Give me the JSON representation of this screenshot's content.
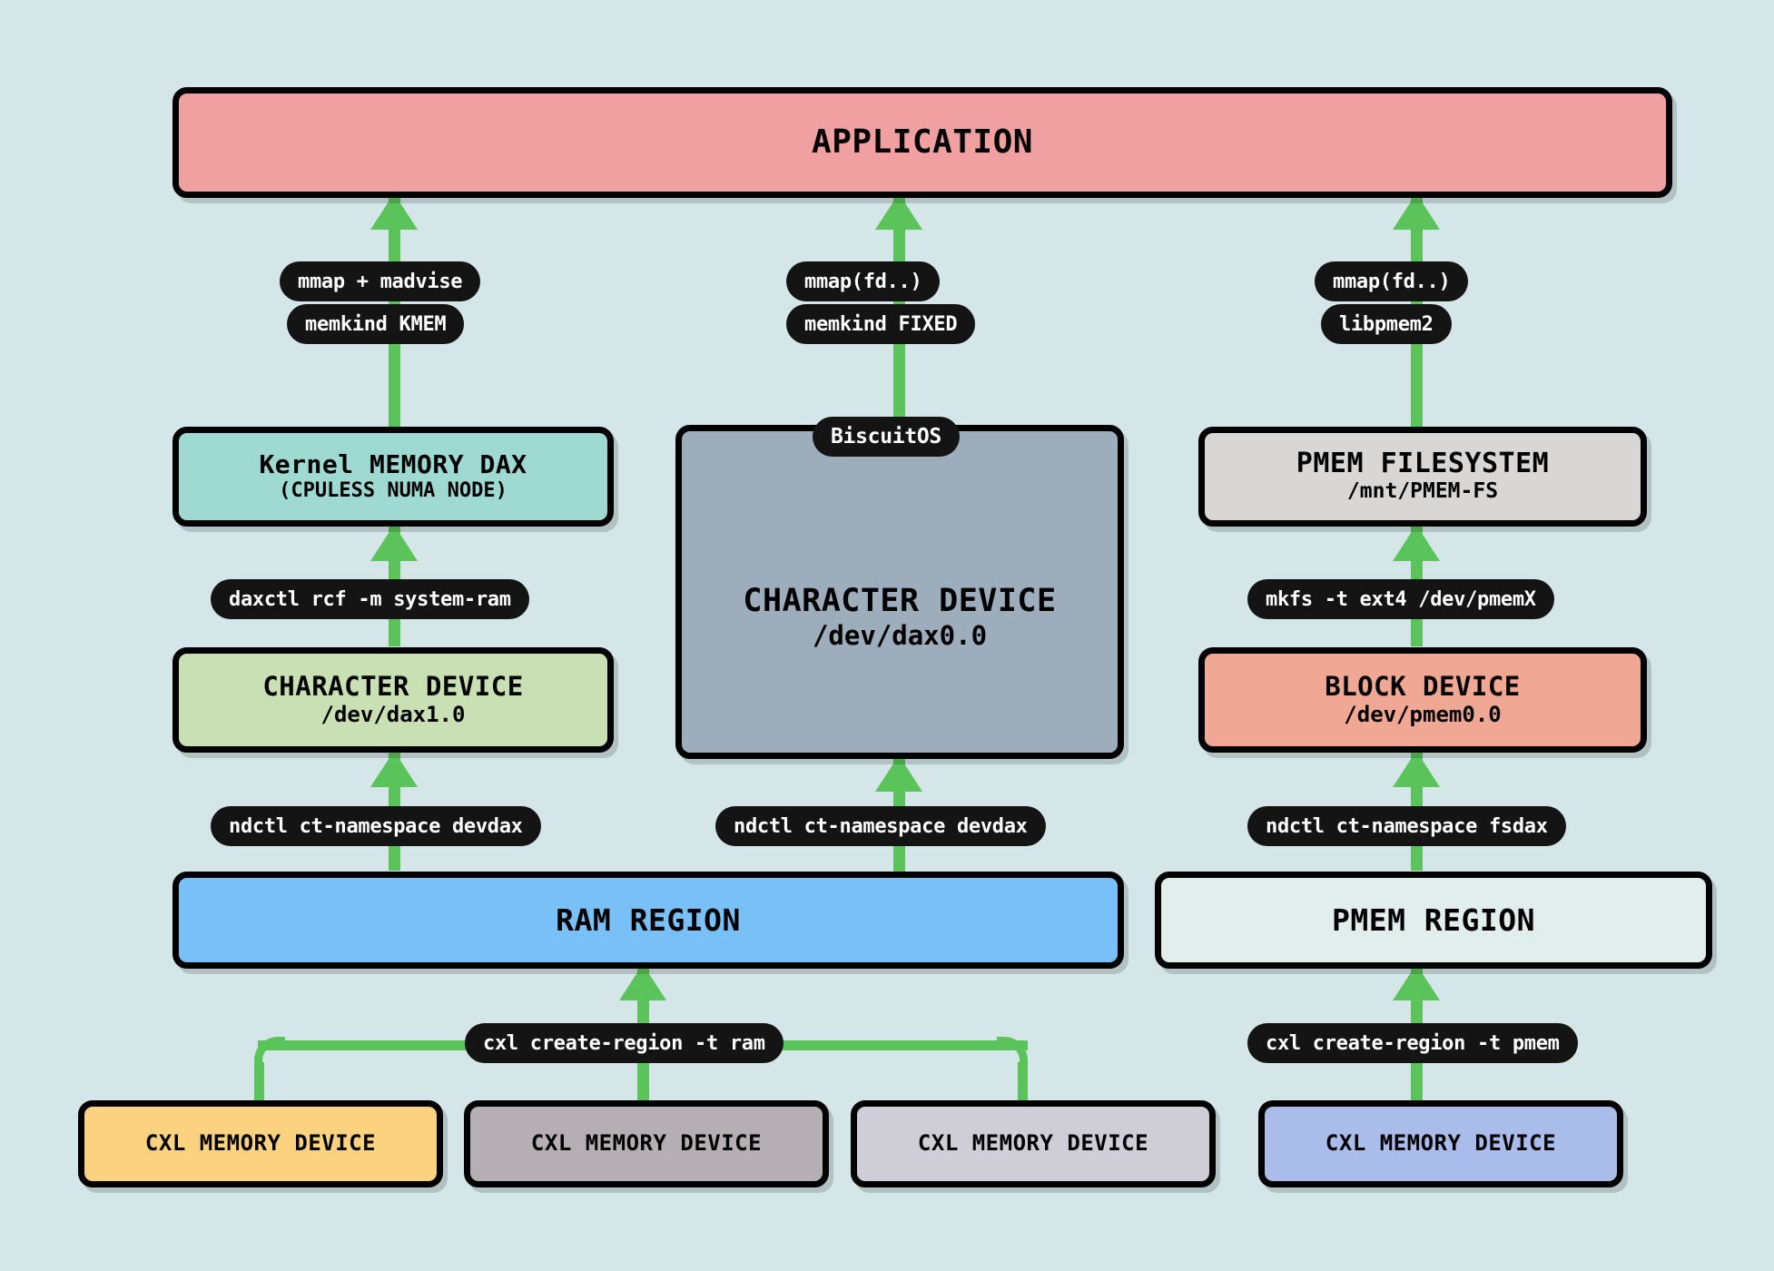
{
  "diagram": {
    "background_color": "#d4e6e8",
    "arrow_color": "#5ac35a",
    "pill_bg": "#141414",
    "pill_fg": "#ffffff"
  },
  "application": {
    "label": "APPLICATION",
    "color": "#f0a0a0"
  },
  "columns": {
    "left": {
      "pills_top": [
        {
          "label": "mmap + madvise"
        },
        {
          "label": "memkind KMEM"
        }
      ],
      "kernel_dax": {
        "title": "Kernel MEMORY DAX",
        "subtitle": "(CPULESS NUMA NODE)",
        "color": "#9ed9d2"
      },
      "pill_daxctl": {
        "label": "daxctl rcf -m system-ram"
      },
      "char_device": {
        "title": "CHARACTER DEVICE",
        "subtitle": "/dev/dax1.0",
        "color": "#c8e0b4"
      },
      "pill_ndctl": {
        "label": "ndctl ct-namespace devdax"
      }
    },
    "middle": {
      "pills_top": [
        {
          "label": "mmap(fd..)"
        },
        {
          "label": "memkind FIXED"
        }
      ],
      "pill_biscuitos": {
        "label": "BiscuitOS"
      },
      "char_device": {
        "title": "CHARACTER DEVICE",
        "subtitle": "/dev/dax0.0",
        "color": "#9dadbc"
      },
      "pill_ndctl": {
        "label": "ndctl ct-namespace devdax"
      }
    },
    "right": {
      "pills_top": [
        {
          "label": "mmap(fd..)"
        },
        {
          "label": "libpmem2"
        }
      ],
      "pmem_fs": {
        "title": "PMEM FILESYSTEM",
        "subtitle": "/mnt/PMEM-FS",
        "color": "#d8d7d5"
      },
      "pill_mkfs": {
        "label": "mkfs -t ext4 /dev/pmemX"
      },
      "block_device": {
        "title": "BLOCK DEVICE",
        "subtitle": "/dev/pmem0.0",
        "color": "#f0a794"
      },
      "pill_ndctl": {
        "label": "ndctl ct-namespace fsdax"
      }
    }
  },
  "regions": {
    "ram": {
      "label": "RAM REGION",
      "color": "#78c0f5"
    },
    "pmem": {
      "label": "PMEM REGION",
      "color": "#e2eeec"
    }
  },
  "region_pills": {
    "ram": {
      "label": "cxl create-region -t ram"
    },
    "pmem": {
      "label": "cxl create-region -t pmem"
    }
  },
  "cxl_devices": [
    {
      "label": "CXL MEMORY DEVICE",
      "color": "#fbd380"
    },
    {
      "label": "CXL MEMORY DEVICE",
      "color": "#b5aeb2"
    },
    {
      "label": "CXL MEMORY DEVICE",
      "color": "#cfcdd6"
    },
    {
      "label": "CXL MEMORY DEVICE",
      "color": "#aabcea"
    }
  ]
}
